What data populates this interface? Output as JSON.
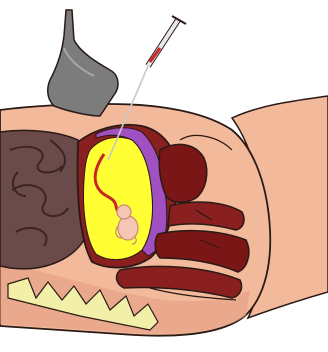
{
  "diagram": {
    "colors": {
      "background": "#ffffff",
      "skin": "#f3b99b",
      "skin_shadow": "#e29c7f",
      "outline": "#2a1a16",
      "uterus_wall": "#8a1f1f",
      "uterus_inner": "#b53a2c",
      "amniotic_fluid": "#ffff33",
      "placenta": "#a050c0",
      "bowel": "#6b4a4a",
      "bowel_dark": "#3c2424",
      "bladder_wall": "#7a1616",
      "spine": "#f2f0a8",
      "fetus": "#f6c6b4",
      "probe": "#7c7c7c",
      "probe_light": "#a6a6a6",
      "needle": "#c8c8c8",
      "syringe": "#e8e8e8",
      "syringe_red": "#c92828",
      "umbilical_cord": "#c62828"
    },
    "parts": [
      "ultrasound-probe",
      "syringe",
      "needle",
      "maternal-abdomen",
      "uterus",
      "amniotic-fluid",
      "placenta",
      "fetus",
      "umbilical-cord",
      "bowel",
      "bladder",
      "spine",
      "leg"
    ]
  }
}
